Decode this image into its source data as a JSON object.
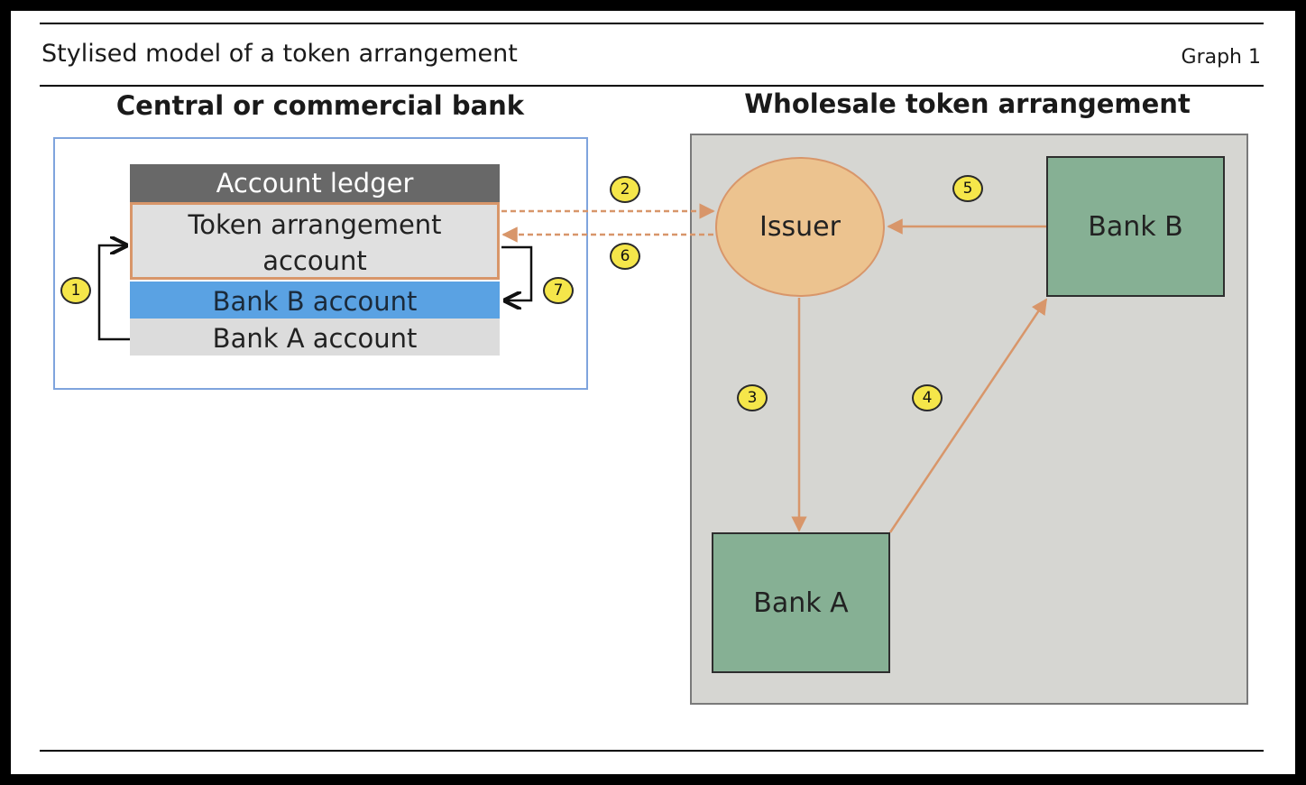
{
  "header": {
    "title": "Stylised model of a token arrangement",
    "graph_label": "Graph 1"
  },
  "left_panel": {
    "title": "Central or commercial bank",
    "ledger": {
      "header": "Account ledger",
      "token_account_line1": "Token arrangement",
      "token_account_line2": "account",
      "bank_b_account": "Bank B account",
      "bank_a_account": "Bank A account"
    }
  },
  "right_panel": {
    "title": "Wholesale token arrangement",
    "issuer": "Issuer",
    "bank_b": "Bank B",
    "bank_a": "Bank A"
  },
  "steps": [
    "1",
    "2",
    "3",
    "4",
    "5",
    "6",
    "7"
  ],
  "colors": {
    "issuer_fill": "#ecc38f",
    "bank_fill": "#86b094",
    "flow_arrow": "#d8966a",
    "bank_b_account_fill": "#5aa2e3",
    "badge_fill": "#f5e64a"
  }
}
